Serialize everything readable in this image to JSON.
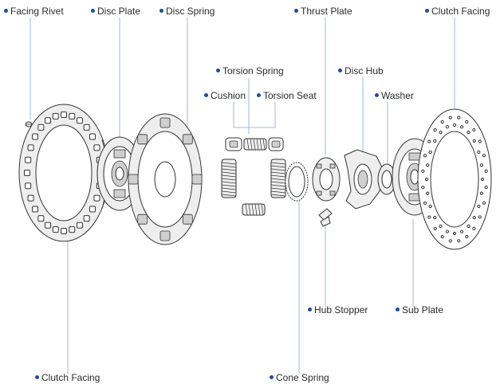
{
  "colors": {
    "accent": "#1b4f9c",
    "leader": "#7fa8d6",
    "line": "#333333"
  },
  "labels": {
    "facing_rivet": "Facing Rivet",
    "disc_plate": "Disc Plate",
    "disc_spring": "Disc Spring",
    "thrust_plate": "Thrust Plate",
    "clutch_facing_right": "Clutch Facing",
    "torsion_spring": "Torsion Spring",
    "cushion": "Cushion",
    "torsion_seat": "Torsion Seat",
    "disc_hub": "Disc Hub",
    "washer": "Washer",
    "hub_stopper": "Hub Stopper",
    "sub_plate": "Sub Plate",
    "clutch_facing_left": "Clutch Facing",
    "cone_spring": "Cone Spring"
  }
}
